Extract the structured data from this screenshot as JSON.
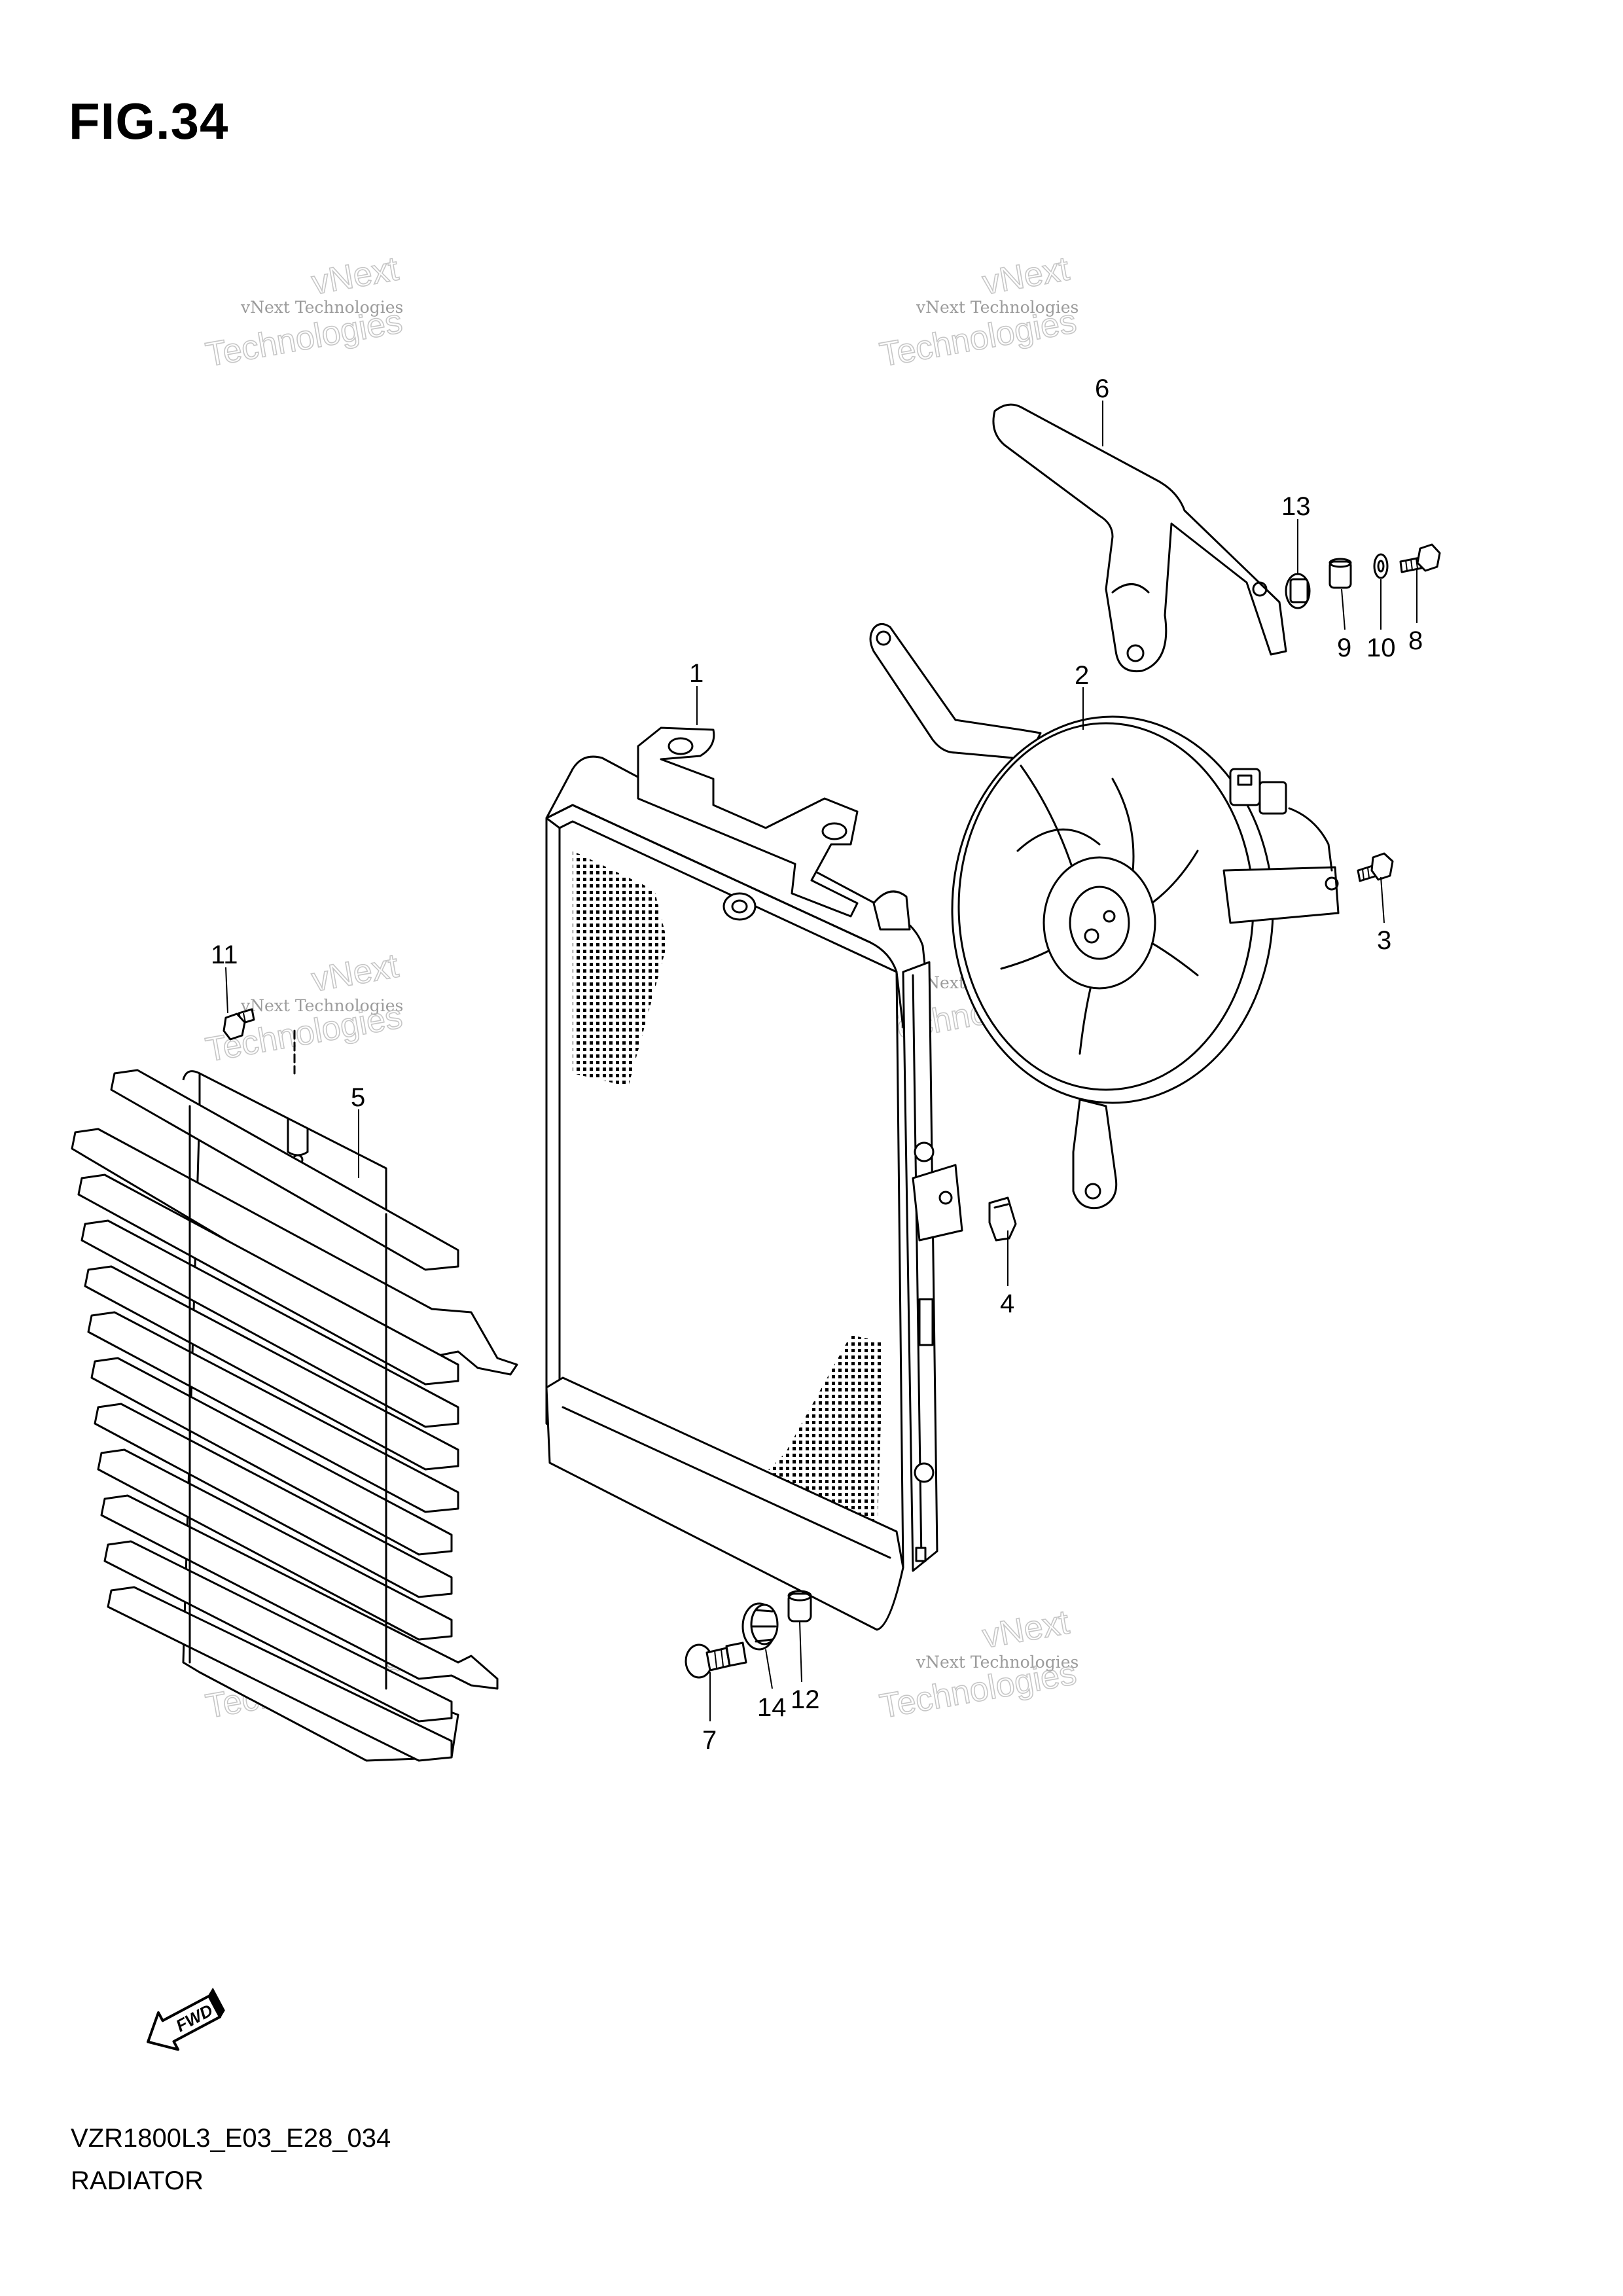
{
  "figure": {
    "title": "FIG.34"
  },
  "footer": {
    "code": "VZR1800L3_E03_E28_034",
    "name": "RADIATOR"
  },
  "watermark": {
    "line1": "vNext Technologies",
    "line2": "vNext",
    "line3": "Technologies"
  },
  "fwd_label": "FWD",
  "callouts": [
    {
      "id": "1",
      "label": "1"
    },
    {
      "id": "2",
      "label": "2"
    },
    {
      "id": "3",
      "label": "3"
    },
    {
      "id": "4",
      "label": "4"
    },
    {
      "id": "5",
      "label": "5"
    },
    {
      "id": "6",
      "label": "6"
    },
    {
      "id": "7",
      "label": "7"
    },
    {
      "id": "8",
      "label": "8"
    },
    {
      "id": "9",
      "label": "9"
    },
    {
      "id": "10",
      "label": "10"
    },
    {
      "id": "11",
      "label": "11"
    },
    {
      "id": "12",
      "label": "12"
    },
    {
      "id": "13",
      "label": "13"
    },
    {
      "id": "14",
      "label": "14"
    }
  ]
}
